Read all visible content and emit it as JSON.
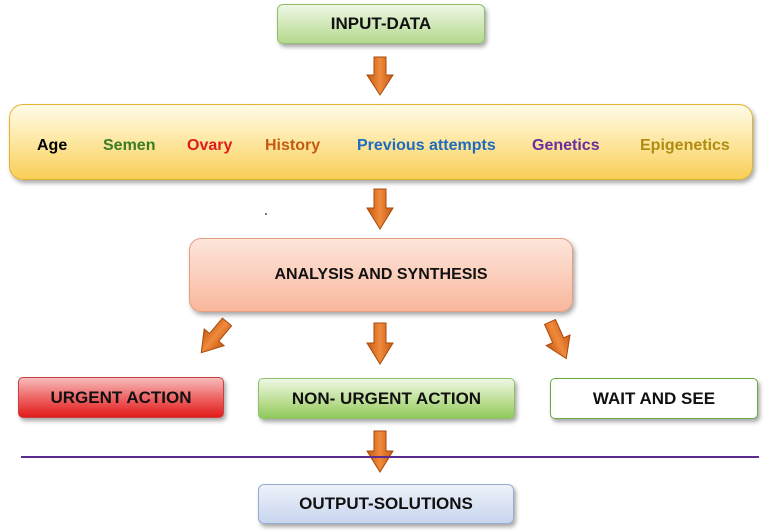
{
  "input_label": "INPUT-DATA",
  "factors": [
    {
      "label": "Age",
      "color": "#000000"
    },
    {
      "label": "Semen",
      "color": "#3a7d27"
    },
    {
      "label": "Ovary",
      "color": "#e01b1b"
    },
    {
      "label": "History",
      "color": "#c55a11"
    },
    {
      "label": "Previous attempts",
      "color": "#1f6bbf"
    },
    {
      "label": "Genetics",
      "color": "#6a2d9e"
    },
    {
      "label": "Epigenetics",
      "color": "#b08c12"
    }
  ],
  "analysis_label": "ANALYSIS AND SYNTHESIS",
  "actions": {
    "urgent": "URGENT ACTION",
    "non_urgent": "NON- URGENT ACTION",
    "wait": "WAIT AND SEE"
  },
  "output_label": "OUTPUT-SOLUTIONS",
  "colors": {
    "arrow": "#e46c0a",
    "divider": "#5b2c8e"
  }
}
